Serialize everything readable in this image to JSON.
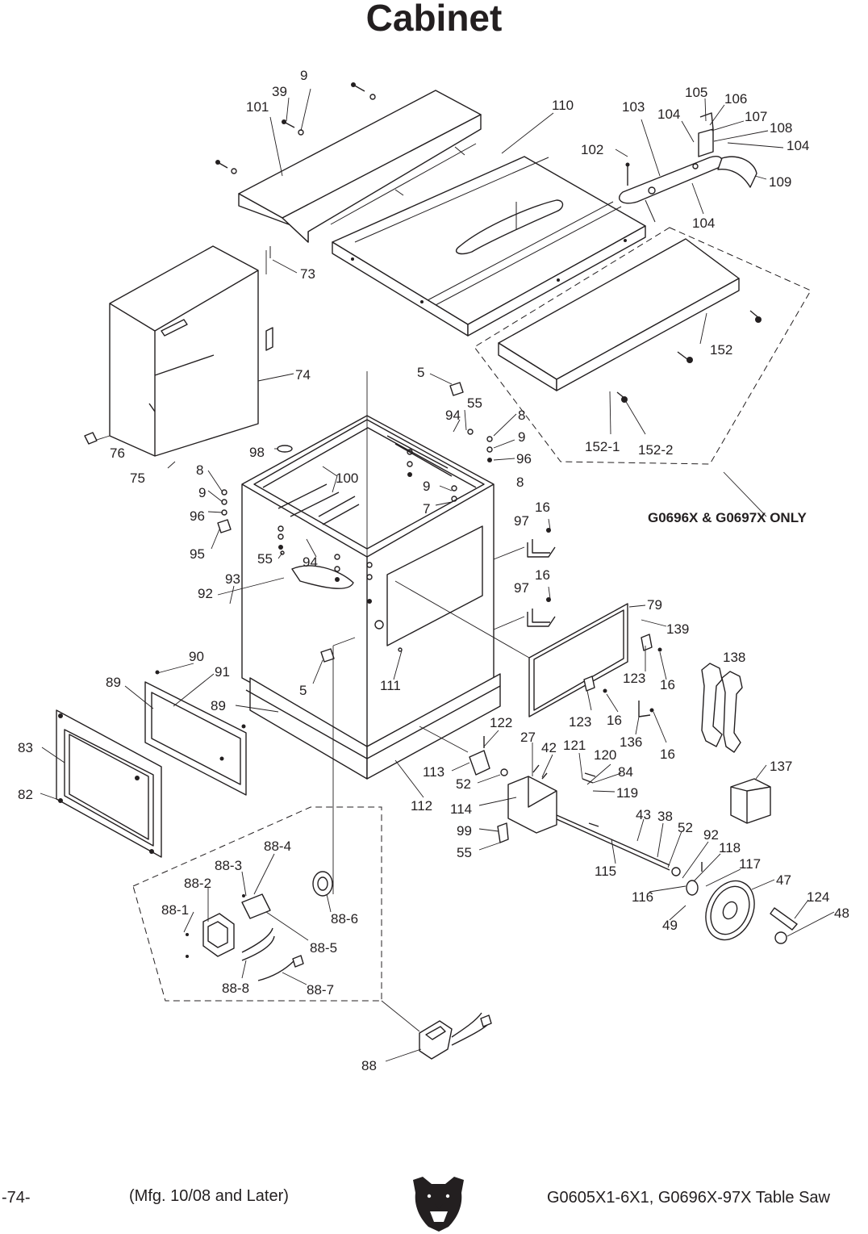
{
  "title": "Cabinet",
  "note": "G0696X & G0697X ONLY",
  "footer": {
    "page": "-74-",
    "mfg": "(Mfg. 10/08 and Later)",
    "model": "G0605X1-6X1, G0696X-97X Table Saw"
  },
  "icons": {
    "logo": "bear-head-logo"
  },
  "callouts": [
    "9",
    "39",
    "101",
    "110",
    "103",
    "105",
    "106",
    "104",
    "107",
    "108",
    "104",
    "102",
    "109",
    "104",
    "73",
    "74",
    "5",
    "55",
    "94",
    "8",
    "9",
    "96",
    "8",
    "152",
    "152-1",
    "152-2",
    "98",
    "100",
    "9",
    "7",
    "76",
    "75",
    "8",
    "9",
    "96",
    "95",
    "55",
    "94",
    "97",
    "16",
    "97",
    "16",
    "93",
    "92",
    "79",
    "139",
    "90",
    "91",
    "89",
    "89",
    "5",
    "111",
    "138",
    "123",
    "16",
    "123",
    "16",
    "136",
    "16",
    "83",
    "82",
    "122",
    "27",
    "42",
    "121",
    "120",
    "84",
    "119",
    "137",
    "113",
    "52",
    "112",
    "114",
    "43",
    "38",
    "52",
    "92",
    "99",
    "55",
    "118",
    "115",
    "117",
    "47",
    "124",
    "48",
    "116",
    "49",
    "88-4",
    "88-3",
    "88-2",
    "88-1",
    "88-6",
    "88-5",
    "88-8",
    "88-7",
    "88"
  ]
}
